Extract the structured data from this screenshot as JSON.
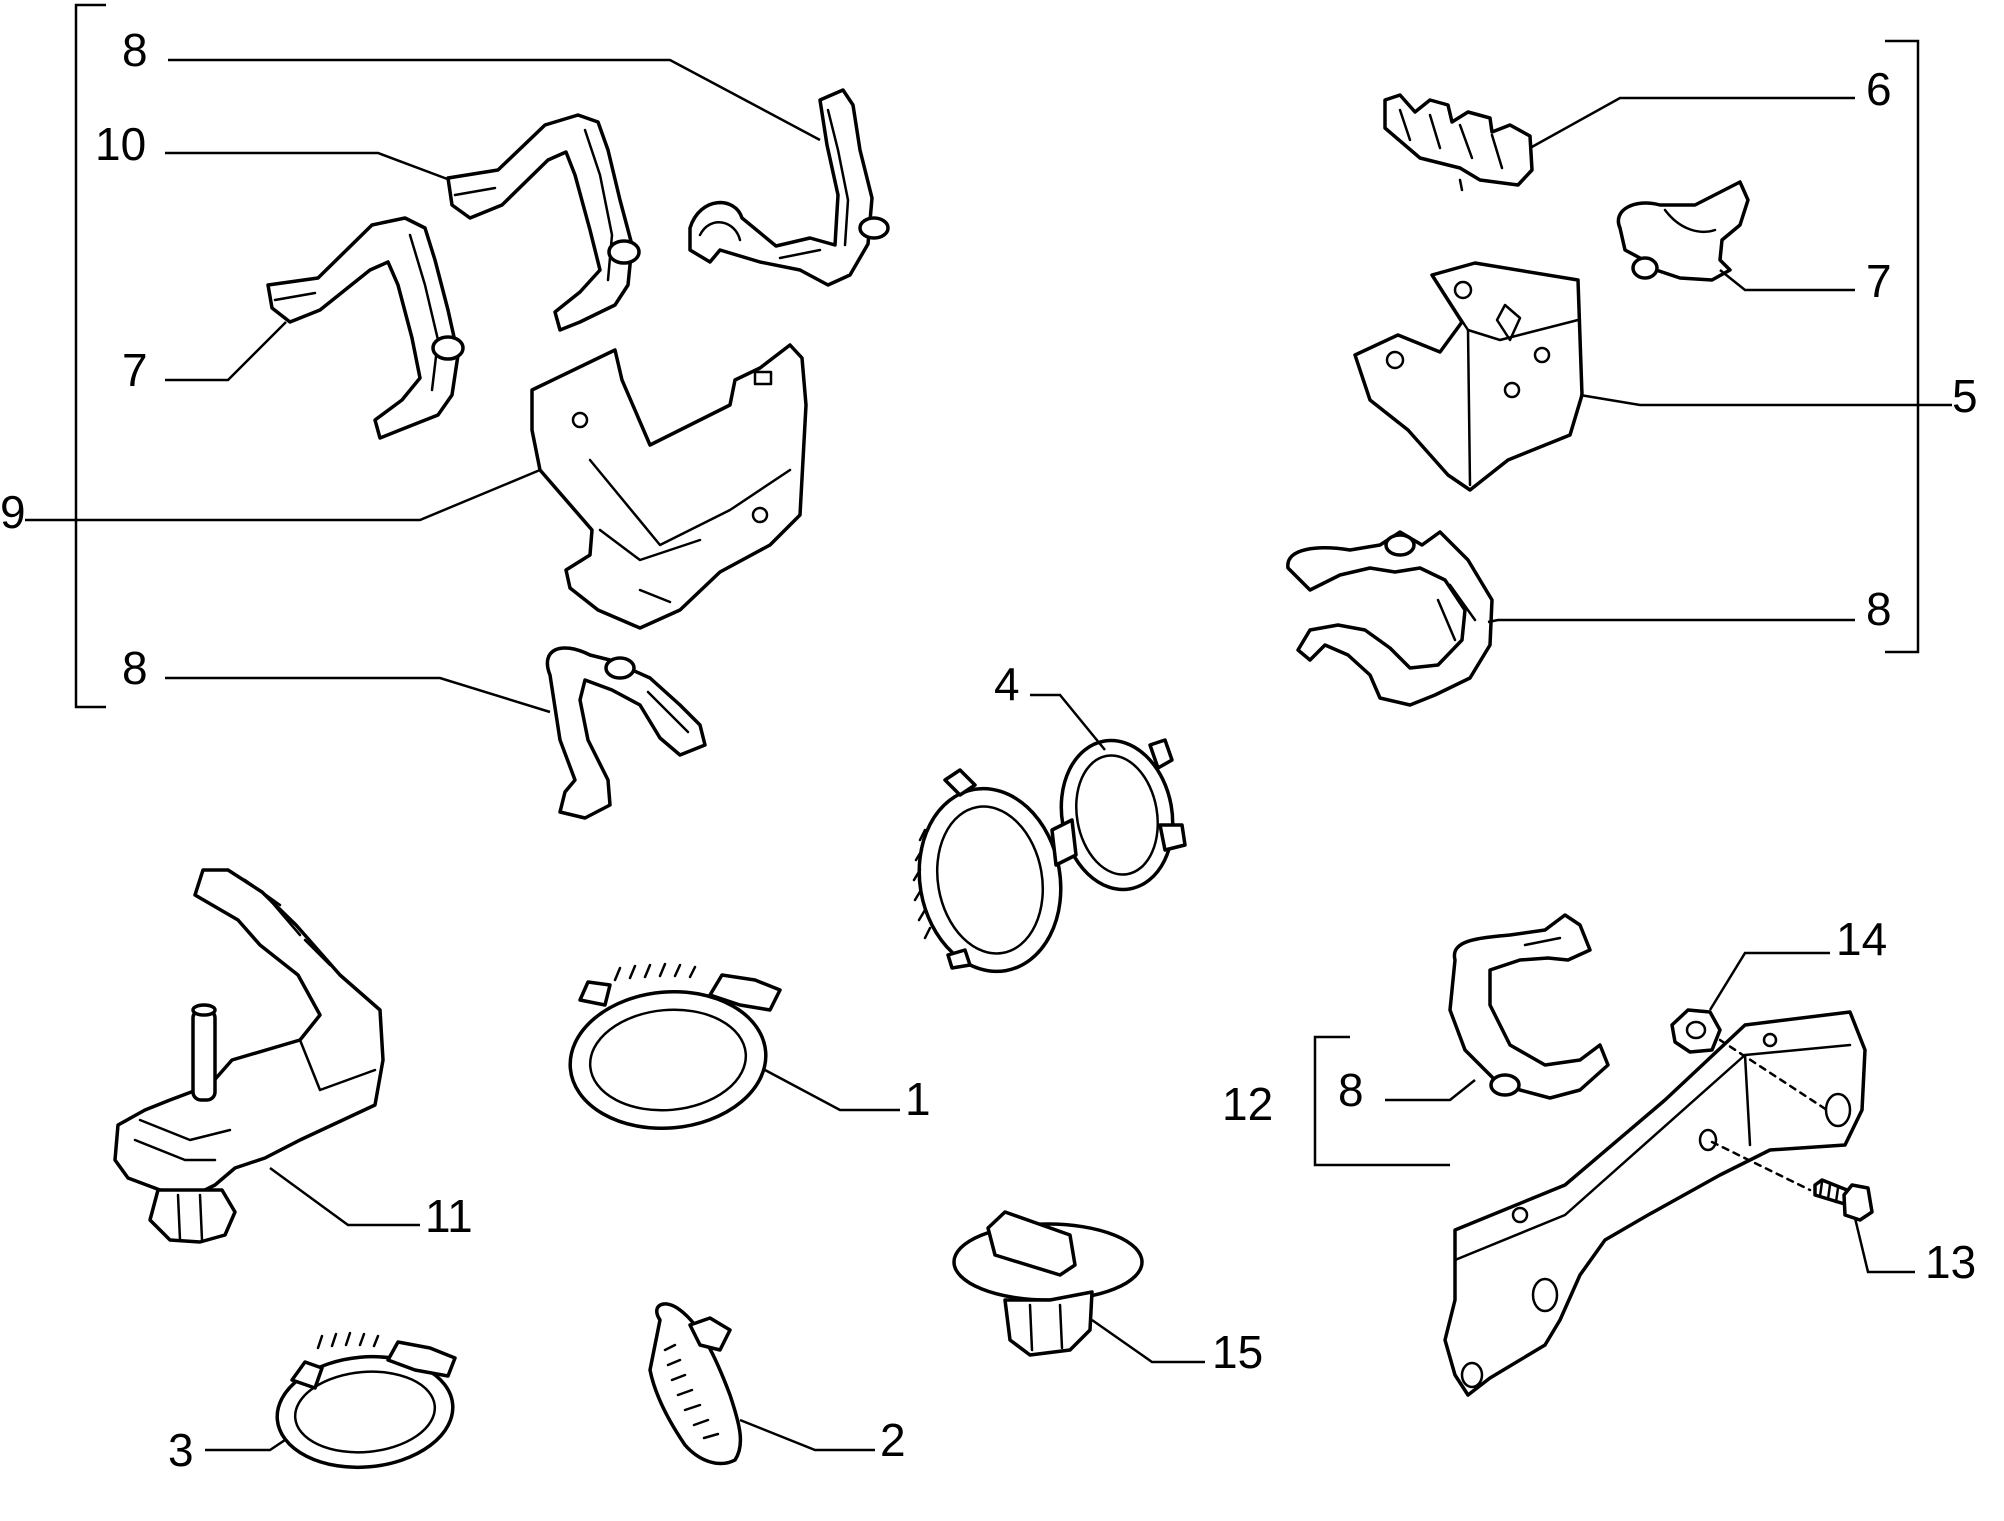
{
  "diagram": {
    "labels": {
      "c8_top": "8",
      "c10": "10",
      "c7_left": "7",
      "c9": "9",
      "c8_left": "8",
      "c6": "6",
      "c7_right": "7",
      "c5": "5",
      "c8_right": "8",
      "c4": "4",
      "c1": "1",
      "c11": "11",
      "c14": "14",
      "c12": "12",
      "c8_bottom": "8",
      "c13": "13",
      "c15": "15",
      "c3": "3",
      "c2": "2"
    }
  }
}
